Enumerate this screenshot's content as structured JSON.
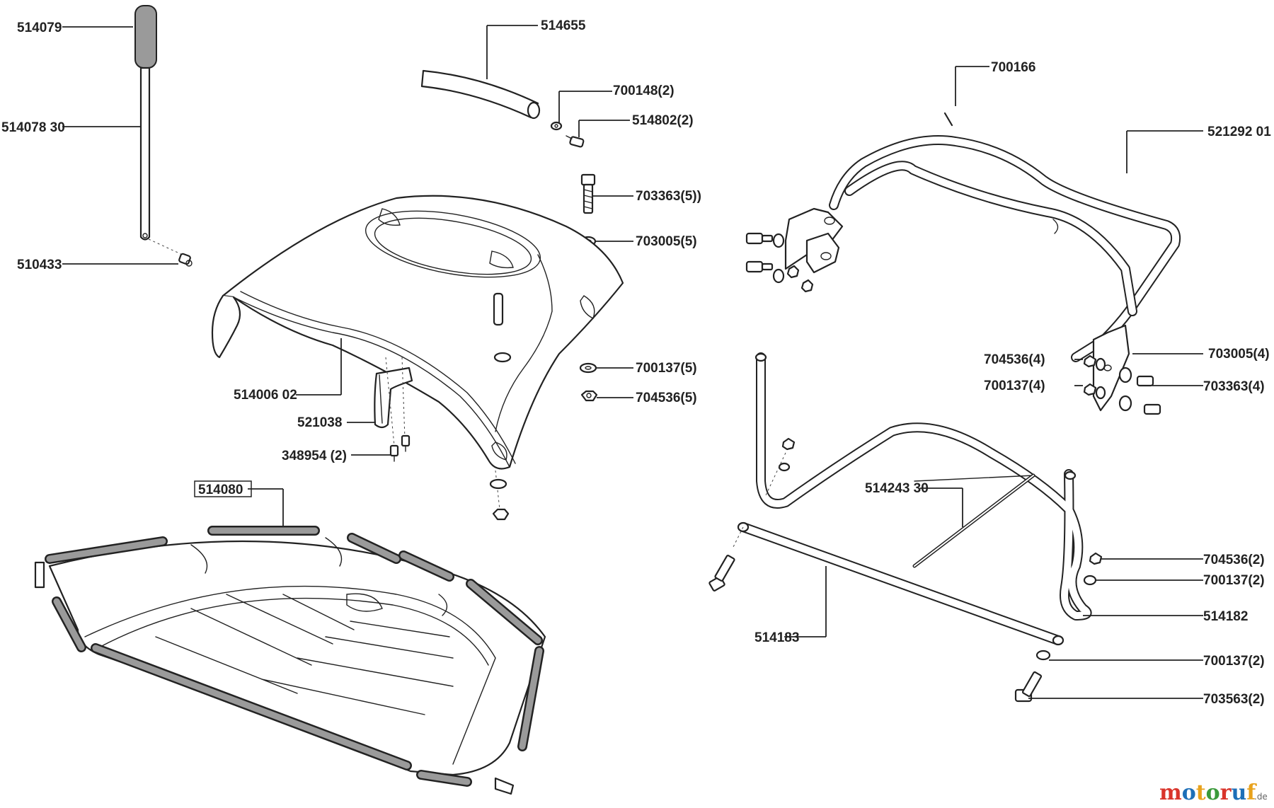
{
  "labels": {
    "p514079": "514079",
    "p51407830": "514078 30",
    "p510433": "510433",
    "p514655": "514655",
    "p700148": "700148(2)",
    "p514802": "514802(2)",
    "p703363_5": "703363(5))",
    "p703005_5": "703005(5)",
    "p700137_5": "700137(5)",
    "p704536_5": "704536(5)",
    "p51400602": "514006 02",
    "p521038": "521038",
    "p348954": "348954 (2)",
    "p514080": "514080",
    "p700166": "700166",
    "p52129201": "521292 01",
    "p704536_4": "704536(4)",
    "p700137_4": "700137(4)",
    "p703005_4": "703005(4)",
    "p703363_4": "703363(4)",
    "p51424330": "514243 30",
    "p704536_2": "704536(2)",
    "p700137_2a": "700137(2)",
    "p514182": "514182",
    "p514183": "514183",
    "p700137_2b": "700137(2)",
    "p703563_2": "703563(2)"
  },
  "logo": {
    "main": "motoruf",
    "suffix": ".de",
    "colors": [
      "#d9342b",
      "#1d6fb8",
      "#e8a21c",
      "#3a9a3a",
      "#d9342b",
      "#1d6fb8",
      "#e8a21c"
    ]
  },
  "colors": {
    "line": "#222222",
    "grip": "#9a9a9a"
  }
}
